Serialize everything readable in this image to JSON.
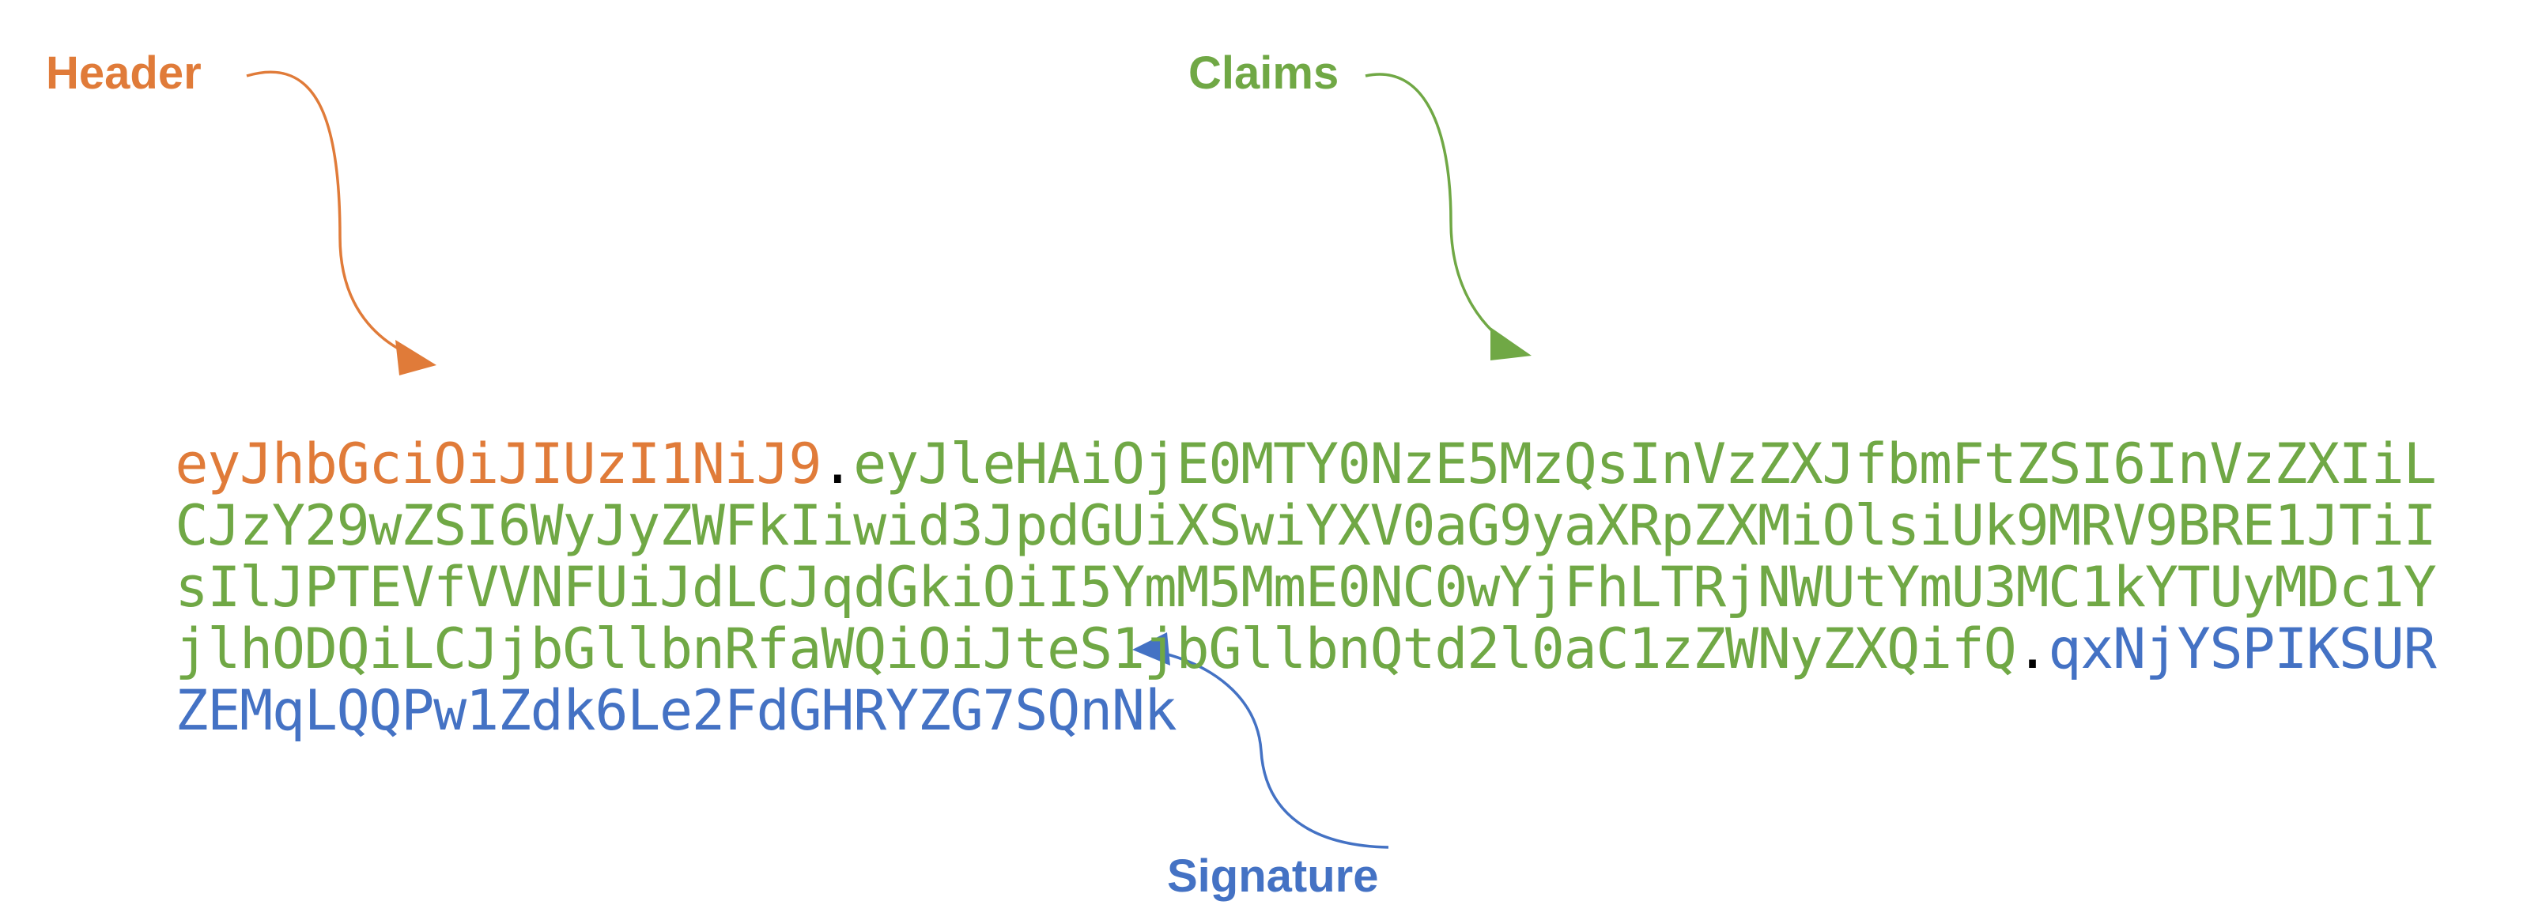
{
  "labels": {
    "header": "Header",
    "claims": "Claims",
    "signature": "Signature"
  },
  "colors": {
    "header": "#e07b39",
    "claims": "#70a845",
    "signature": "#4472c4",
    "separator": "#000000"
  },
  "token": {
    "line1": {
      "header": "eyJhbGciOiJIUzI1NiJ9",
      "dot": ".",
      "claims": "eyJleHAiOjE0MTY0NzE5MzQsInVzZXJfbmFtZSI6InVzZXIiL"
    },
    "line2": {
      "claims": "CJzY29wZSI6WyJyZWFkIiwid3JpdGUiXSwiYXV0aG9yaXRpZXMiOlsiUk9MRV9BRE1JTiI"
    },
    "line3": {
      "claims": "sIlJPTEVfVVNFUiJdLCJqdGkiOiI5YmM5MmE0NC0wYjFhLTRjNWUtYmU3MC1kYTUyMDc1Y"
    },
    "line4": {
      "claims": "jlhODQiLCJjbGllbnRfaWQiOiJteS1jbGllbnQtd2l0aC1zZWNyZXQifQ",
      "dot": ".",
      "signature": "qxNjYSPIKSUR"
    },
    "line5": {
      "signature": "ZEMqLQQPw1Zdk6Le2FdGHRYZG7SQnNk"
    }
  }
}
